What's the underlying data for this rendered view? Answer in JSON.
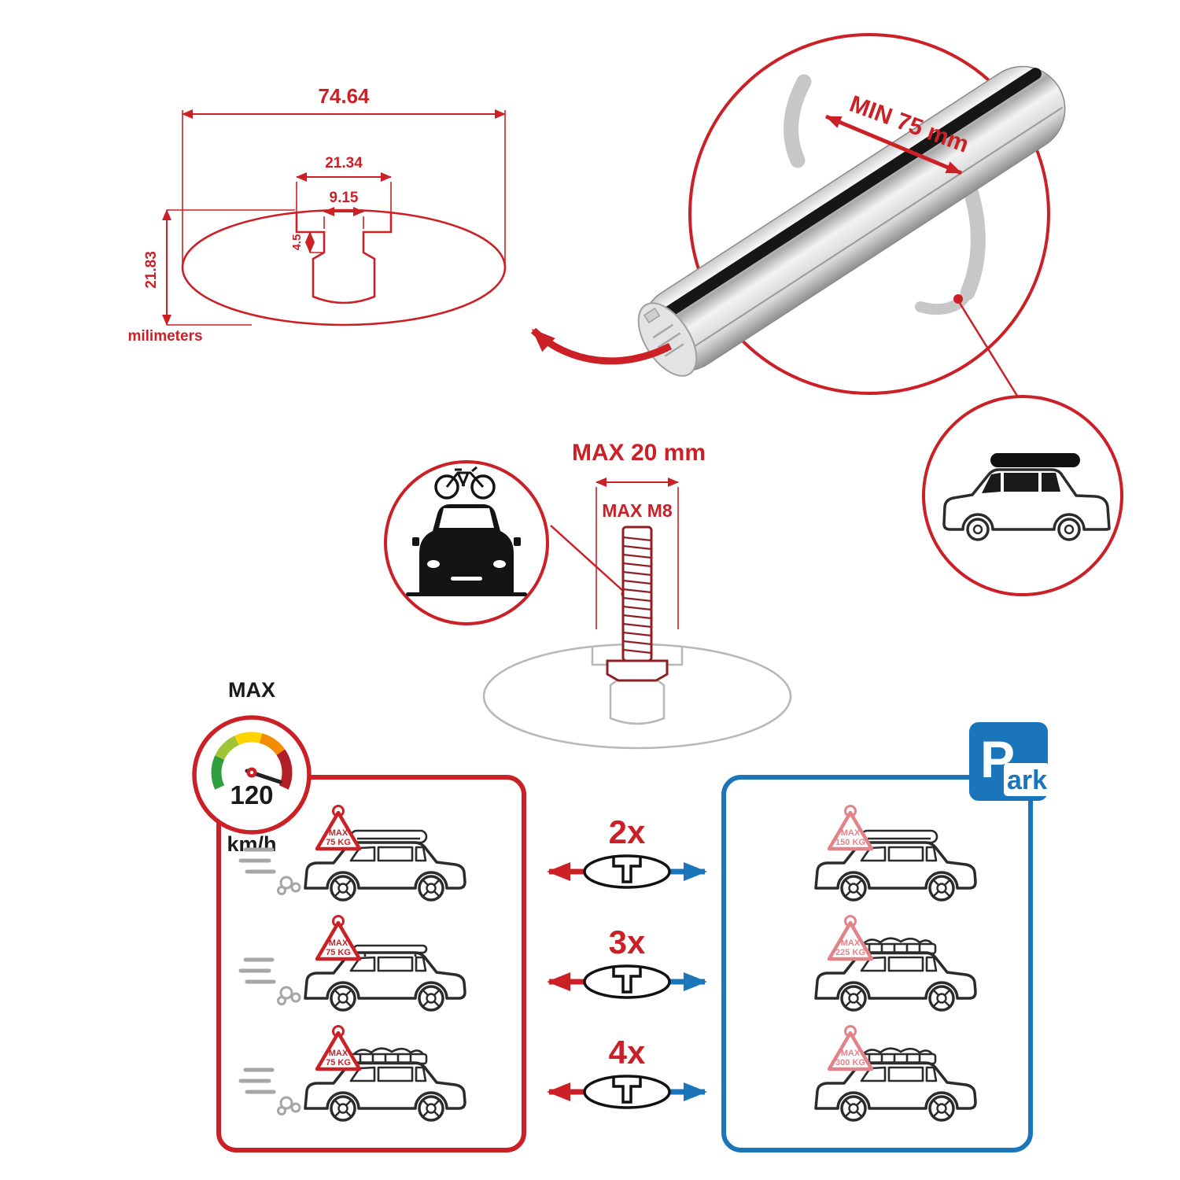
{
  "colors": {
    "red": "#cc2027",
    "blue": "#1b75bb",
    "dark": "#1a1a1a",
    "gray": "#c4c4c4",
    "silver": "#d9d9d9",
    "pink": "#e2838a"
  },
  "dimension_diagram": {
    "total_width": "74.64",
    "flange_width": "21.34",
    "slot_width": "9.15",
    "lip_height": "4.5",
    "profile_height": "21.83",
    "units_label": "milimeters"
  },
  "bar_photo": {
    "min_span_label": "MIN 75 mm"
  },
  "bolt_diagram": {
    "max_width_label": "MAX 20 mm",
    "max_thread_label": "MAX M8"
  },
  "speed_gauge": {
    "title": "MAX",
    "value": "120",
    "unit": "km/h"
  },
  "driving_box": {
    "cars": [
      {
        "sign_title": "MAX",
        "sign_value": "75 KG"
      },
      {
        "sign_title": "MAX",
        "sign_value": "75 KG"
      },
      {
        "sign_title": "MAX",
        "sign_value": "75 KG"
      }
    ]
  },
  "multipliers": {
    "rows": [
      "2x",
      "3x",
      "4x"
    ]
  },
  "parking_box": {
    "sign_p": "P",
    "sign_suffix": "ark",
    "cars": [
      {
        "sign_title": "MAX",
        "sign_value": "150 KG"
      },
      {
        "sign_title": "MAX",
        "sign_value": "225 KG"
      },
      {
        "sign_title": "MAX",
        "sign_value": "300 KG"
      }
    ]
  }
}
